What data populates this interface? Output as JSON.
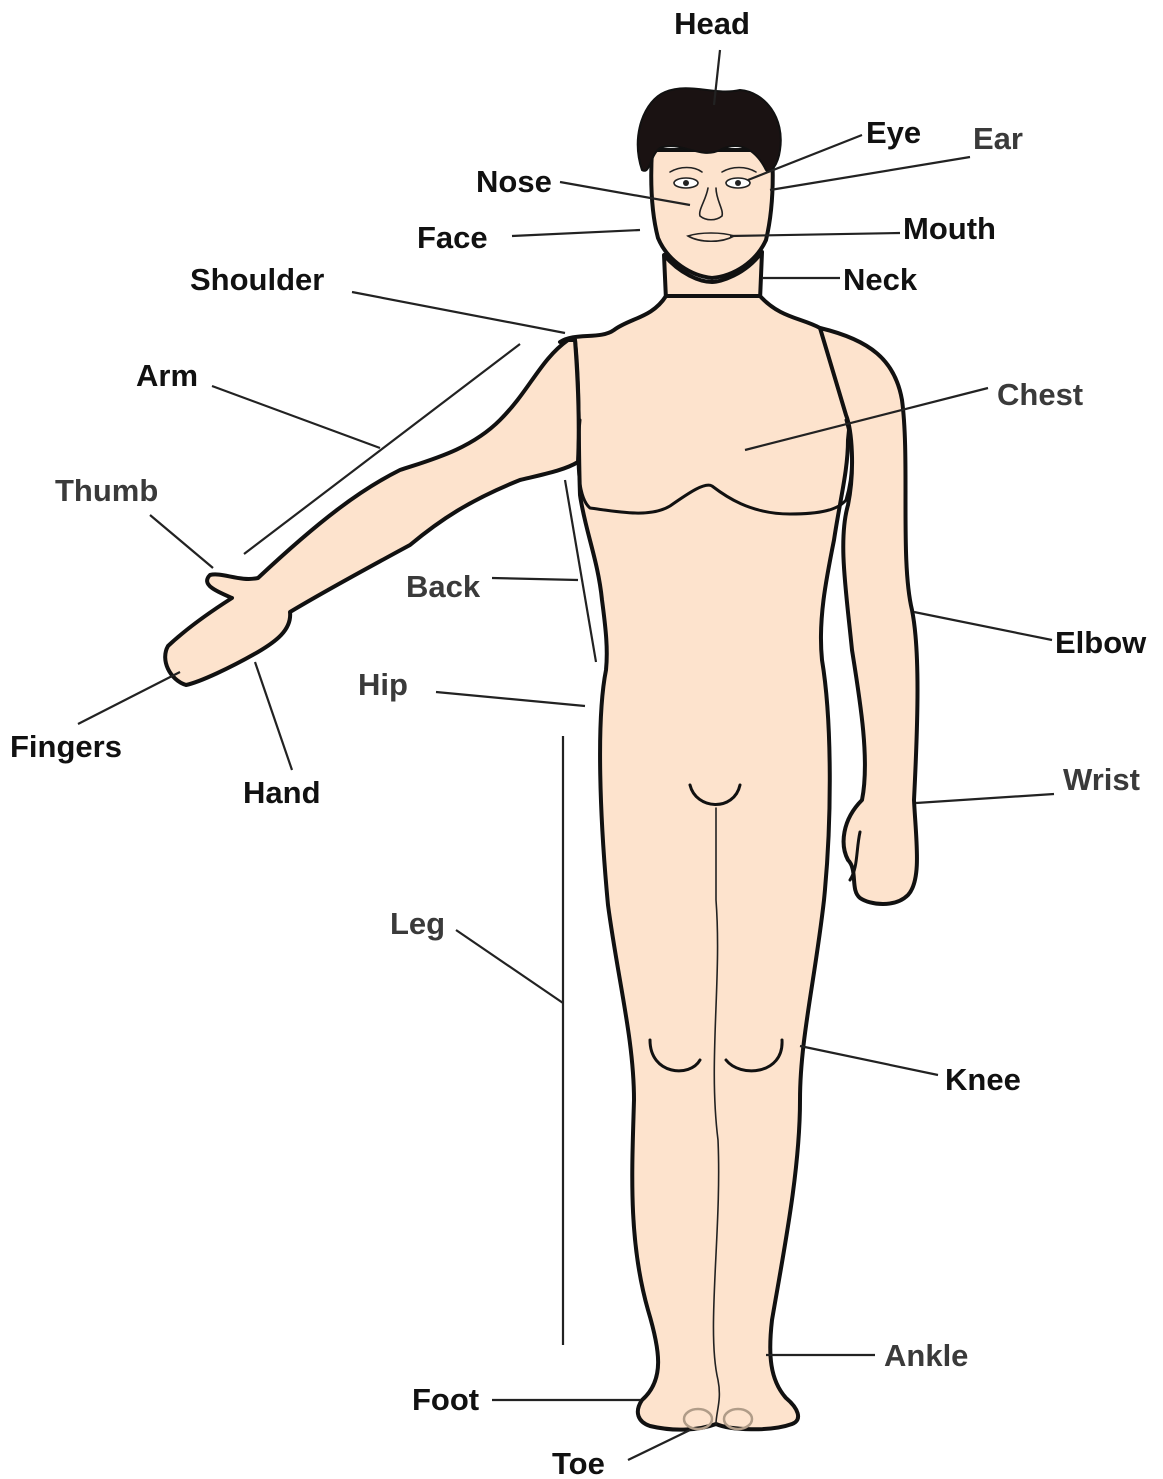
{
  "colors": {
    "skin": "#fde3cd",
    "hair": "#1a1212",
    "outline": "#111111",
    "label_dark": "#111111",
    "label_gray": "#3a3a3a"
  },
  "labels": {
    "head": "Head",
    "eye": "Eye",
    "ear": "Ear",
    "nose": "Nose",
    "face": "Face",
    "mouth": "Mouth",
    "neck": "Neck",
    "shoulder": "Shoulder",
    "arm": "Arm",
    "chest": "Chest",
    "thumb": "Thumb",
    "back": "Back",
    "elbow": "Elbow",
    "hip": "Hip",
    "fingers": "Fingers",
    "hand": "Hand",
    "wrist": "Wrist",
    "leg": "Leg",
    "knee": "Knee",
    "ankle": "Ankle",
    "foot": "Foot",
    "toe": "Toe"
  }
}
